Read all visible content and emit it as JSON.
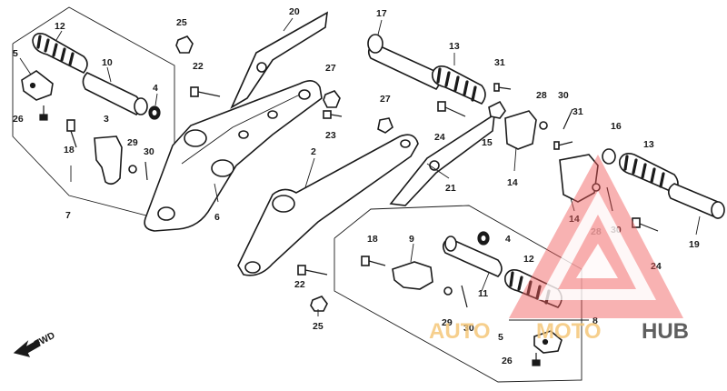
{
  "diagram": {
    "fwd_label": "FWD",
    "watermark": {
      "text_left": "AUTO",
      "text_mid": "MOTO",
      "text_right": "HUB",
      "color_primary": "#f05a5a",
      "color_secondary": "#f5c77a",
      "color_dark": "#444444"
    },
    "callouts": [
      {
        "id": "c12a",
        "label": "12"
      },
      {
        "id": "c5a",
        "label": "5"
      },
      {
        "id": "c10",
        "label": "10"
      },
      {
        "id": "c4a",
        "label": "4"
      },
      {
        "id": "c26a",
        "label": "26"
      },
      {
        "id": "c18a",
        "label": "18"
      },
      {
        "id": "c3",
        "label": "3"
      },
      {
        "id": "c29a",
        "label": "29"
      },
      {
        "id": "c30a",
        "label": "30"
      },
      {
        "id": "c7",
        "label": "7"
      },
      {
        "id": "c25a",
        "label": "25"
      },
      {
        "id": "c22a",
        "label": "22"
      },
      {
        "id": "c20",
        "label": "20"
      },
      {
        "id": "c6",
        "label": "6"
      },
      {
        "id": "c27a",
        "label": "27"
      },
      {
        "id": "c23",
        "label": "23"
      },
      {
        "id": "c27b",
        "label": "27"
      },
      {
        "id": "c2",
        "label": "2"
      },
      {
        "id": "c17",
        "label": "17"
      },
      {
        "id": "c13a",
        "label": "13"
      },
      {
        "id": "c31a",
        "label": "31"
      },
      {
        "id": "c24a",
        "label": "24"
      },
      {
        "id": "c15",
        "label": "15"
      },
      {
        "id": "c28a",
        "label": "28"
      },
      {
        "id": "c30b",
        "label": "30"
      },
      {
        "id": "c31b",
        "label": "31"
      },
      {
        "id": "c16",
        "label": "16"
      },
      {
        "id": "c13b",
        "label": "13"
      },
      {
        "id": "c21",
        "label": "21"
      },
      {
        "id": "c14a",
        "label": "14"
      },
      {
        "id": "c14b",
        "label": "14"
      },
      {
        "id": "c28b",
        "label": "28"
      },
      {
        "id": "c30c",
        "label": "30"
      },
      {
        "id": "c19",
        "label": "19"
      },
      {
        "id": "c24b",
        "label": "24"
      },
      {
        "id": "c18b",
        "label": "18"
      },
      {
        "id": "c9",
        "label": "9"
      },
      {
        "id": "c4b",
        "label": "4"
      },
      {
        "id": "c22b",
        "label": "22"
      },
      {
        "id": "c25b",
        "label": "25"
      },
      {
        "id": "c12b",
        "label": "12"
      },
      {
        "id": "c11",
        "label": "11"
      },
      {
        "id": "c29b",
        "label": "29"
      },
      {
        "id": "c30d",
        "label": "30"
      },
      {
        "id": "c8",
        "label": "8"
      },
      {
        "id": "c5b",
        "label": "5"
      },
      {
        "id": "c26b",
        "label": "26"
      }
    ]
  }
}
